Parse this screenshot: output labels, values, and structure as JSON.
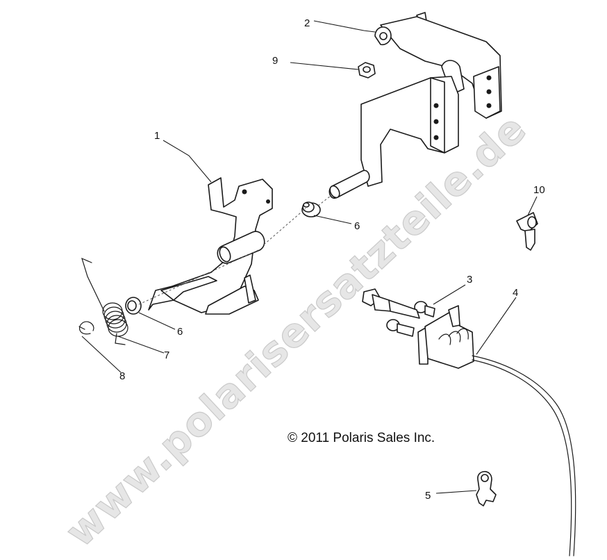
{
  "watermark": "www.polarisersatzteile.de",
  "copyright": "© 2011 Polaris Sales Inc.",
  "callouts": [
    {
      "id": "c1",
      "label": "1"
    },
    {
      "id": "c2",
      "label": "2"
    },
    {
      "id": "c3",
      "label": "3"
    },
    {
      "id": "c4",
      "label": "4"
    },
    {
      "id": "c5",
      "label": "5"
    },
    {
      "id": "c6a",
      "label": "6"
    },
    {
      "id": "c6b",
      "label": "6"
    },
    {
      "id": "c7",
      "label": "7"
    },
    {
      "id": "c8",
      "label": "8"
    },
    {
      "id": "c9",
      "label": "9"
    },
    {
      "id": "c10",
      "label": "10"
    }
  ]
}
